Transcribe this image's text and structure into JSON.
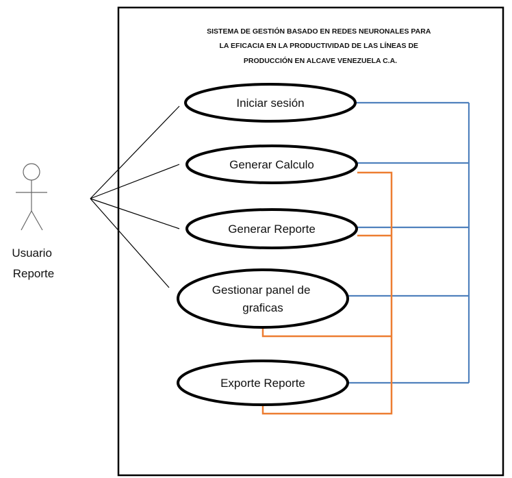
{
  "system": {
    "title_lines": [
      "SISTEMA DE GESTIÓN BASADO EN REDES NEURONALES PARA",
      "LA EFICACIA EN LA PRODUCTIVIDAD DE LAS LÍNEAS DE",
      "PRODUCCIÓN EN ALCAVE VENEZUELA C.A."
    ]
  },
  "actor": {
    "name_lines": [
      "Usuario",
      "Reporte"
    ]
  },
  "use_cases": [
    {
      "id": "iniciar",
      "lines": [
        "Iniciar sesión"
      ]
    },
    {
      "id": "calculo",
      "lines": [
        "Generar Calculo"
      ]
    },
    {
      "id": "reporte",
      "lines": [
        "Generar Reporte"
      ]
    },
    {
      "id": "panel",
      "lines": [
        "Gestionar panel de",
        "graficas"
      ]
    },
    {
      "id": "exporte",
      "lines": [
        "Exporte Reporte"
      ]
    }
  ],
  "colors": {
    "blue_connector": "#4f81bd",
    "orange_connector": "#ed7d31",
    "outline": "#000000"
  }
}
